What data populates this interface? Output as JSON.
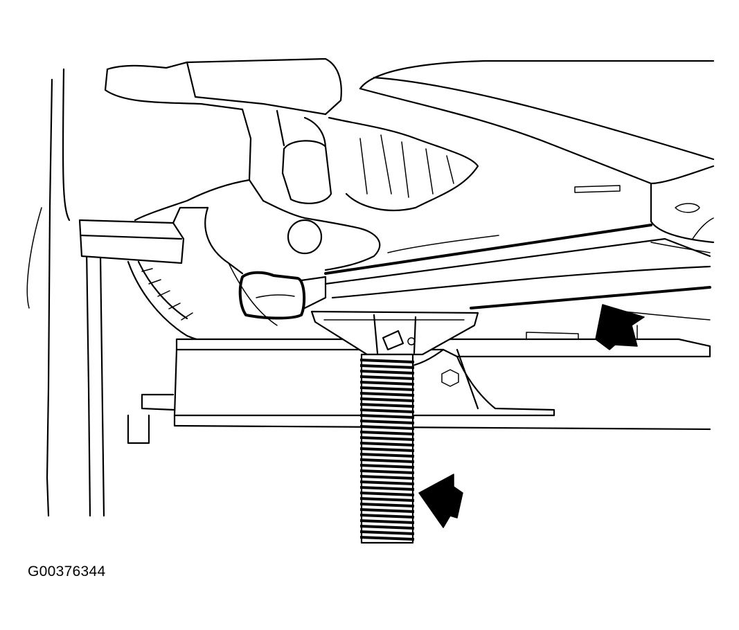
{
  "figure": {
    "id_label": "G00376344",
    "callouts": [
      {
        "name": "upper-right-arrow",
        "points_to": "jacking-point"
      },
      {
        "name": "lower-arrow",
        "points_to": "jack-stand"
      }
    ],
    "colors": {
      "line": "#000000",
      "background": "#ffffff"
    }
  }
}
